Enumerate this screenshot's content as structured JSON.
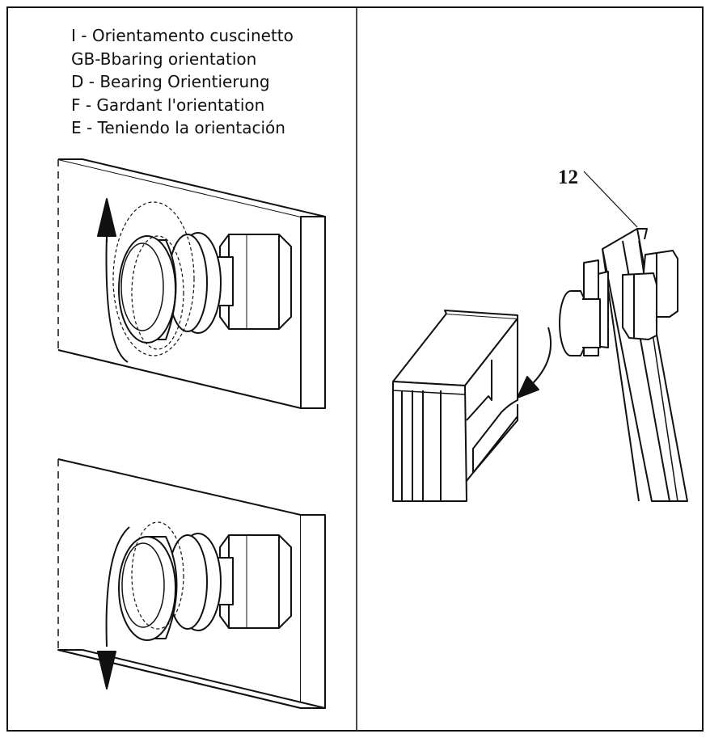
{
  "legend": {
    "items": [
      "I - Orientamento cuscinetto",
      "GB-Bbaring orientation",
      "D - Bearing Orientierung",
      "F - Gardant l'orientation",
      "E - Teniendo la orientación"
    ]
  },
  "callout": {
    "part_number": "12"
  },
  "colors": {
    "ink": "#111111",
    "paper": "#ffffff"
  }
}
